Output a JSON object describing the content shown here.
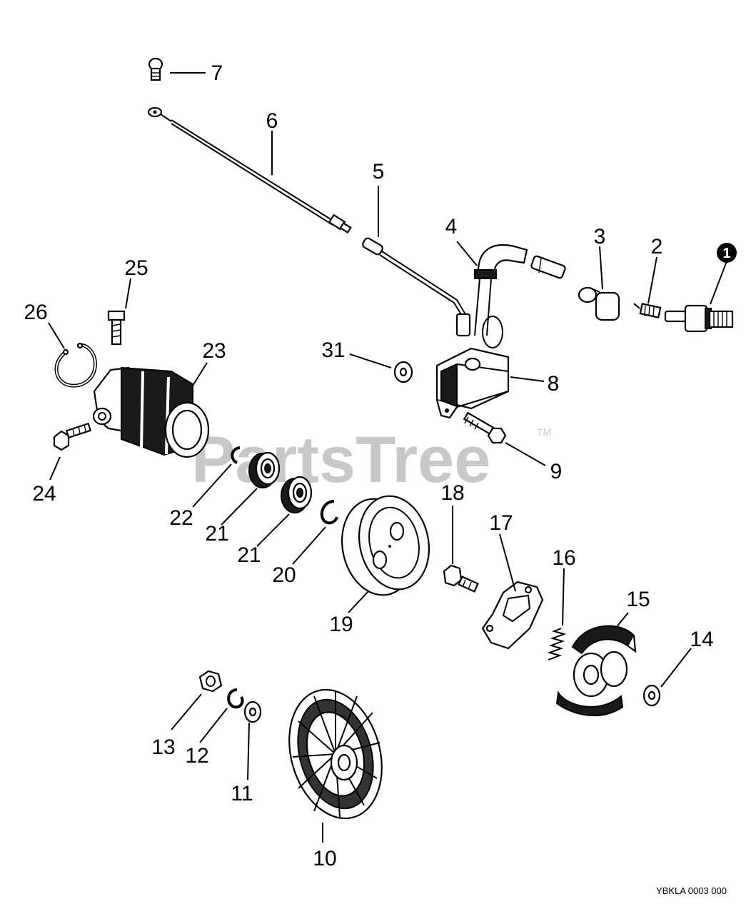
{
  "diagram": {
    "reference_code": "YBKLA 0003 000",
    "watermark": "PartsTree",
    "watermark_tm": "TM",
    "callouts": [
      {
        "id": "c1",
        "label": "1",
        "badge": true
      },
      {
        "id": "c2",
        "label": "2"
      },
      {
        "id": "c3",
        "label": "3"
      },
      {
        "id": "c4",
        "label": "4"
      },
      {
        "id": "c5",
        "label": "5"
      },
      {
        "id": "c6",
        "label": "6"
      },
      {
        "id": "c7",
        "label": "7"
      },
      {
        "id": "c8",
        "label": "8"
      },
      {
        "id": "c9",
        "label": "9"
      },
      {
        "id": "c10",
        "label": "10"
      },
      {
        "id": "c11",
        "label": "11"
      },
      {
        "id": "c12",
        "label": "12"
      },
      {
        "id": "c13",
        "label": "13"
      },
      {
        "id": "c14",
        "label": "14"
      },
      {
        "id": "c15",
        "label": "15"
      },
      {
        "id": "c16",
        "label": "16"
      },
      {
        "id": "c17",
        "label": "17"
      },
      {
        "id": "c18",
        "label": "18"
      },
      {
        "id": "c19",
        "label": "19"
      },
      {
        "id": "c20",
        "label": "20"
      },
      {
        "id": "c21a",
        "label": "21"
      },
      {
        "id": "c21b",
        "label": "21"
      },
      {
        "id": "c22",
        "label": "22"
      },
      {
        "id": "c23",
        "label": "23"
      },
      {
        "id": "c24",
        "label": "24"
      },
      {
        "id": "c25",
        "label": "25"
      },
      {
        "id": "c26",
        "label": "26"
      },
      {
        "id": "c31",
        "label": "31"
      }
    ]
  }
}
